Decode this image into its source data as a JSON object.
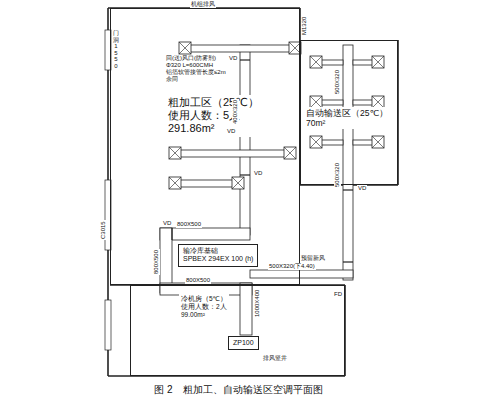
{
  "diagram": {
    "caption": "图 2　粗加工、自动输送区空调平面图",
    "nodes": [
      {
        "text": [
          "粗加工区（25℃）",
          "使用人数：5人",
          "291.86m²"
        ]
      },
      {
        "text": [
          "自动输送区（25℃）",
          "70m²"
        ]
      },
      {
        "text": [
          "输冷库基础",
          "SPBEX 294EX 100 (h)"
        ]
      },
      {
        "text": [
          "冷机房（5℃）",
          "使用人数：2人",
          "99.00m²"
        ]
      },
      {
        "text": [
          "ZP100"
        ]
      }
    ],
    "labels": [
      "回(送)风口(防雾剂)",
      "Φ320 L=600CMH",
      "铝箔软管接管长度≤2m",
      "余同",
      "400X320",
      "800X500",
      "800X500",
      "800X500",
      "500X320",
      "500X320",
      "500X320(下4.40)",
      "VD",
      "VD",
      "VD",
      "VD",
      "VD",
      "FD",
      "机组排风",
      "M1320",
      "门洞1550",
      "C3015",
      "排风竖井",
      "预留新风",
      "1000X400"
    ]
  }
}
